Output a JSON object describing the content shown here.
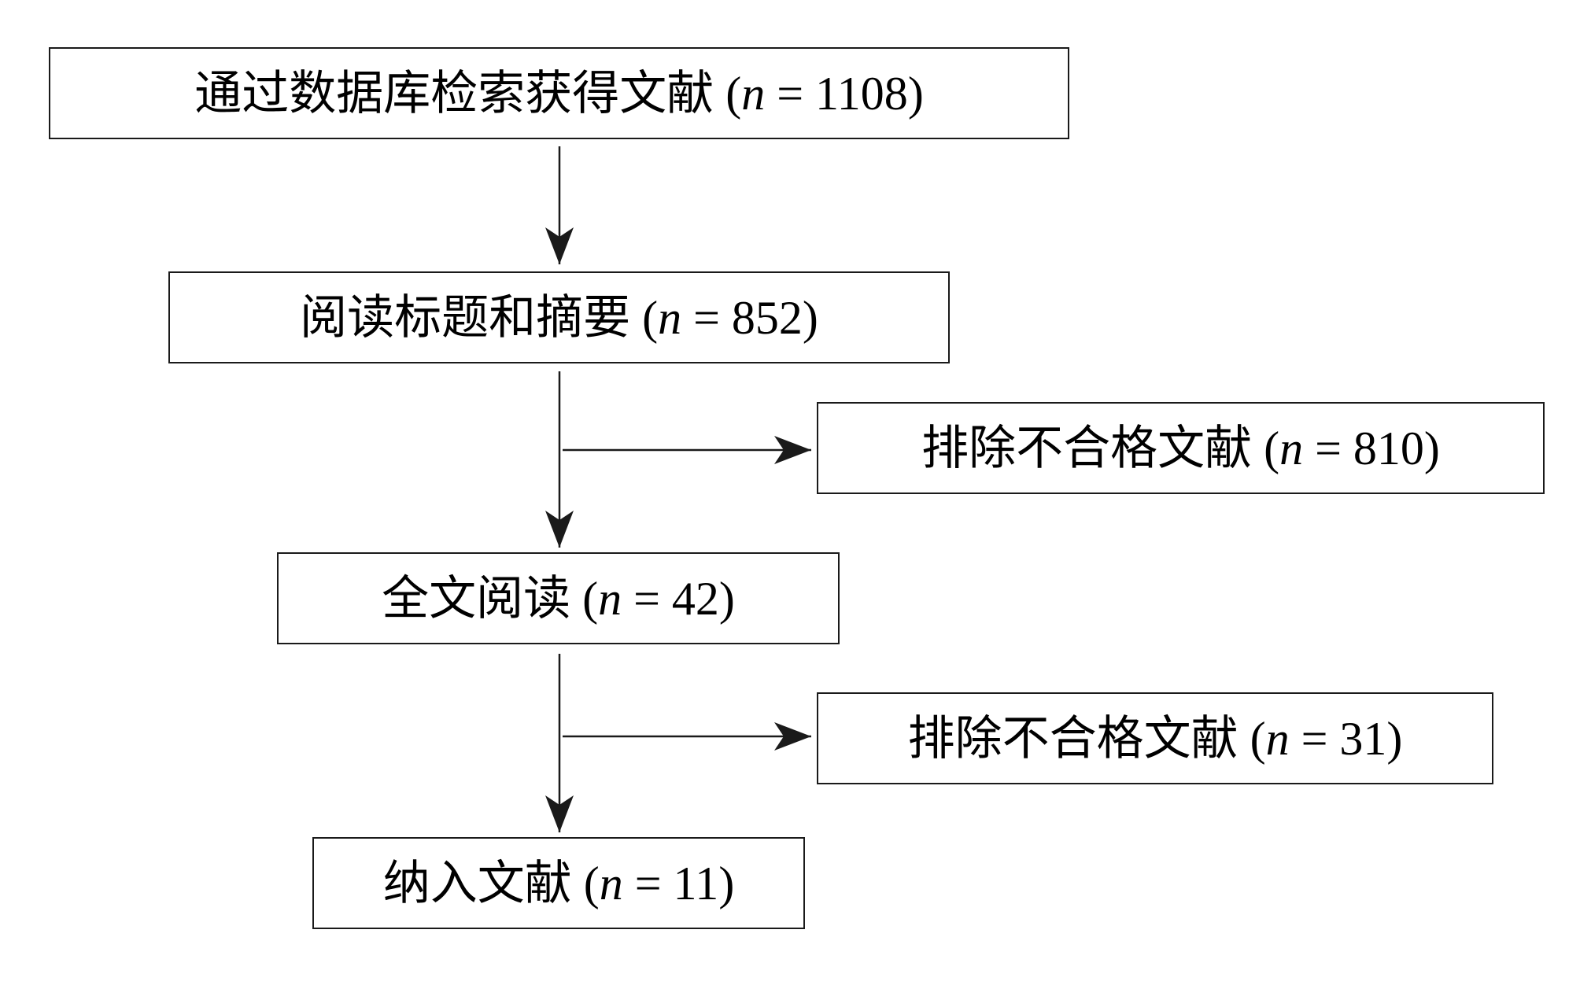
{
  "flow": {
    "search": {
      "label": "通过数据库检索获得文献",
      "n_symbol": "n",
      "eq": " = ",
      "count": "1108"
    },
    "screen": {
      "label": "阅读标题和摘要",
      "n_symbol": "n",
      "eq": " = ",
      "count": "852"
    },
    "excluded_1": {
      "label": "排除不合格文献",
      "n_symbol": "n",
      "eq": " = ",
      "count": "810"
    },
    "fulltext": {
      "label": "全文阅读",
      "n_symbol": "n",
      "eq": " = ",
      "count": "42"
    },
    "excluded_2": {
      "label": "排除不合格文献",
      "n_symbol": "n",
      "eq": " = ",
      "count": "31"
    },
    "included": {
      "label": "纳入文献",
      "n_symbol": "n",
      "eq": " = ",
      "count": "11"
    }
  },
  "colors": {
    "line": "#1a1a1a",
    "background": "#ffffff",
    "text": "#000000"
  }
}
